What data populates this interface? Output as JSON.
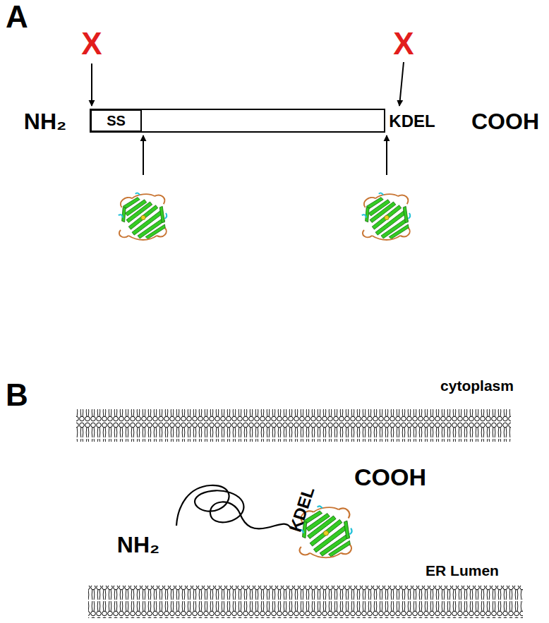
{
  "diagram": {
    "nodes": [
      {
        "text": [
          "SS"
        ]
      }
    ],
    "labels": [
      "A",
      "X",
      "X",
      "NH₂",
      "KDEL",
      "COOH",
      "B",
      "cytoplasm",
      "COOH",
      "KDEL",
      "NH₂",
      "ER Lumen"
    ]
  }
}
